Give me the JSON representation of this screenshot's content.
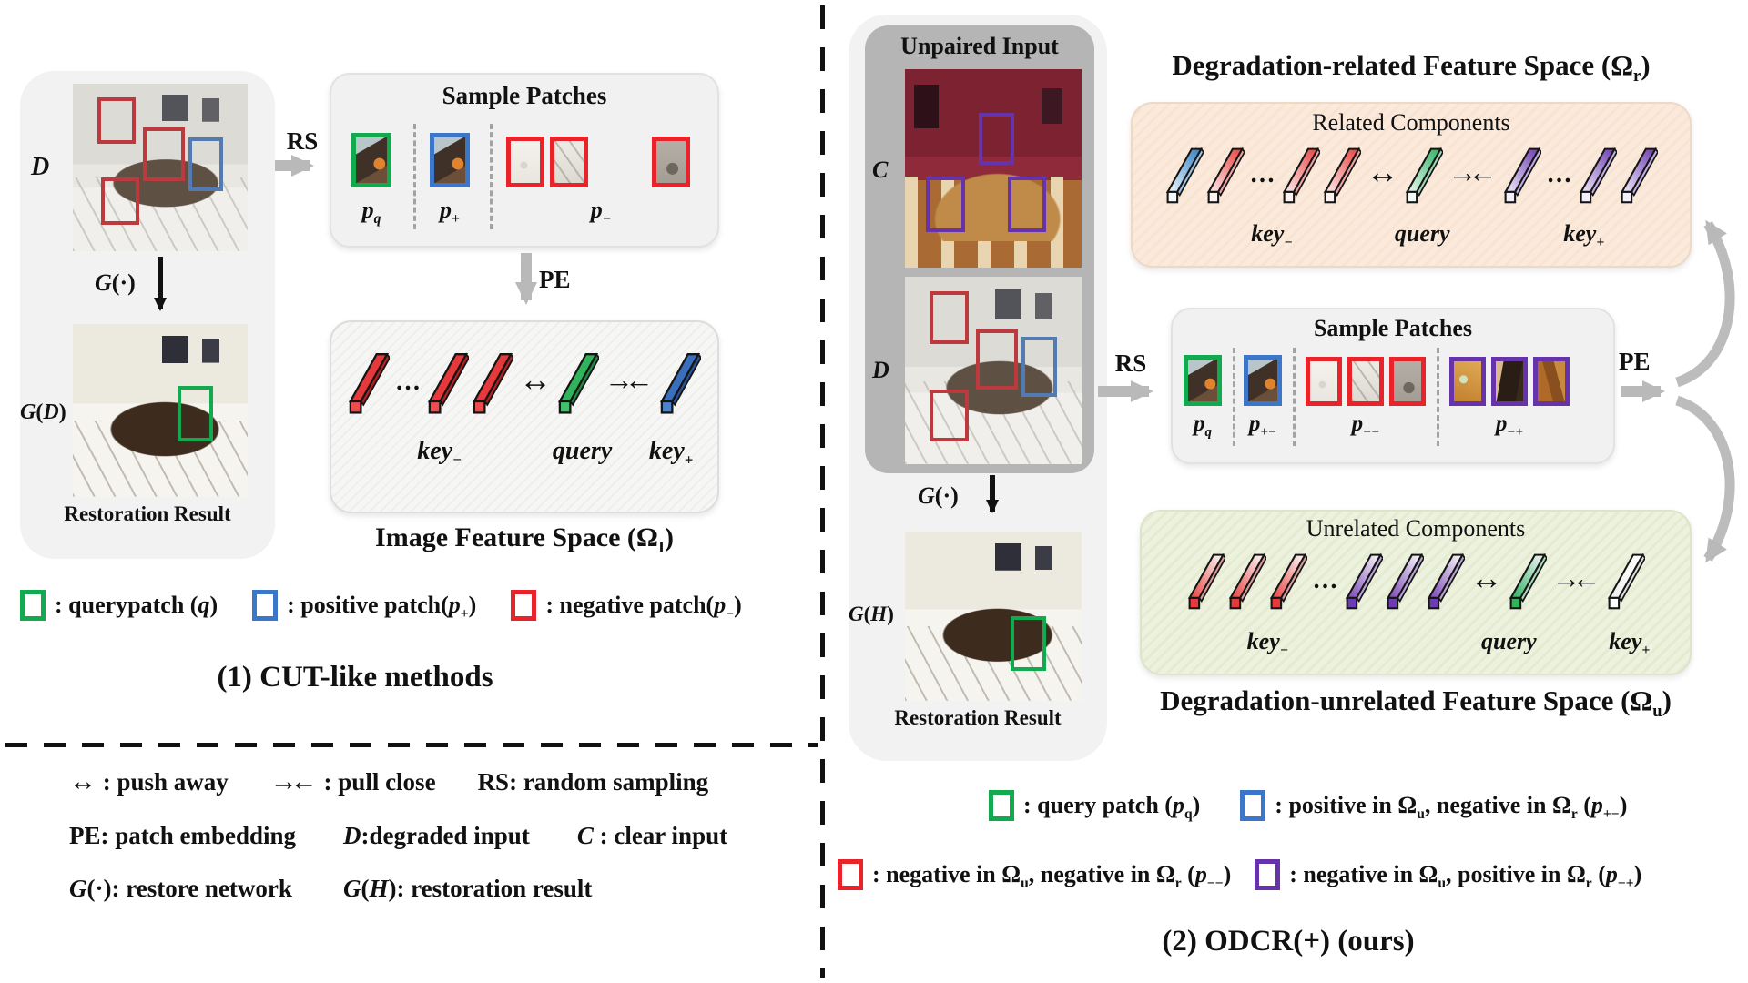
{
  "colors": {
    "query_green": "#13a94f",
    "positive_blue": "#3b76c8",
    "negative_red": "#e8232a",
    "purple": "#6633aa",
    "arrow_gray": "#b9b9b9",
    "panel_gray": "#f2f2f2",
    "input_panel_gray": "#b5b5b5",
    "related_bg": "#fbeadb",
    "unrelated_bg": "#edf2de",
    "ink": "#111111"
  },
  "bar_palette": {
    "red": {
      "top": "#e6393b",
      "bottom": "#e6393b",
      "side": "#b3201f",
      "cap": "#ef4d4d"
    },
    "green": {
      "top": "#2fb45c",
      "bottom": "#2fb45c",
      "side": "#1d8a42",
      "cap": "#43c06c"
    },
    "blue": {
      "top": "#3a6fbe",
      "bottom": "#3a6fbe",
      "side": "#29529b",
      "cap": "#4d82cc"
    },
    "grad_blue": {
      "top": "#2f7fc2",
      "bottom": "#f3f8fd",
      "side": "#9dc2e2",
      "cap": "#f4f9fd"
    },
    "grad_red": {
      "top": "#e8413f",
      "bottom": "#fdeeee",
      "side": "#eea3a2",
      "cap": "#fdf2f2"
    },
    "grad_green": {
      "top": "#2eb262",
      "bottom": "#ecf8f1",
      "side": "#9cd8b3",
      "cap": "#f1faf5"
    },
    "grad_purple": {
      "top": "#6d3cb2",
      "bottom": "#f1eaf9",
      "side": "#c3abe4",
      "cap": "#f5effb"
    },
    "inv_red": {
      "top": "#fafafa",
      "bottom": "#e8413f",
      "side": "#d99a98",
      "cap": "#e6393b"
    },
    "inv_purple": {
      "top": "#fafafa",
      "bottom": "#7b46b6",
      "side": "#b9a3d4",
      "cap": "#6d3cb2"
    },
    "inv_green": {
      "top": "#f5f5f5",
      "bottom": "#2eb262",
      "side": "#a9d9bb",
      "cap": "#2fb45c"
    },
    "white": {
      "top": "#ffffff",
      "bottom": "#efefef",
      "side": "#dcdcdc",
      "cap": "#ffffff"
    }
  },
  "symbols": {
    "dots": "…",
    "push": "↔",
    "pull": "→←"
  },
  "abbr": {
    "rs": "RS",
    "pe": "PE"
  },
  "shared": {
    "sample_patches_title": "Sample Patches",
    "restoration_caption": "Restoration Result",
    "g_fn": [
      [
        "i",
        "G"
      ],
      [
        "t",
        "(·)"
      ]
    ],
    "bar_labels": {
      "neg": [
        [
          "i",
          "key"
        ],
        [
          "s",
          "−"
        ]
      ],
      "query": [
        [
          "i",
          "query"
        ]
      ],
      "pos": [
        [
          "i",
          "key"
        ],
        [
          "s",
          "+"
        ]
      ]
    }
  },
  "left": {
    "d_label": [
      [
        "i",
        "D"
      ]
    ],
    "gd_label": [
      [
        "i",
        "G"
      ],
      [
        "t",
        "("
      ],
      [
        "i",
        "D"
      ],
      [
        "t",
        ")"
      ]
    ],
    "patch_labels": [
      [
        [
          "i",
          "p"
        ],
        [
          "s",
          "q"
        ]
      ],
      [
        [
          "i",
          "p"
        ],
        [
          "s",
          "+"
        ]
      ],
      [
        [
          "i",
          "p"
        ],
        [
          "s",
          "−"
        ]
      ]
    ],
    "feature_bars": [
      "red",
      "dots",
      "red",
      "red",
      "push",
      "green",
      "pull",
      "blue"
    ],
    "feature_caption": [
      [
        "t",
        "Image Feature Space (Ω"
      ],
      [
        "s",
        "I"
      ],
      [
        "t",
        ")"
      ]
    ],
    "legend": [
      {
        "color": "query_green",
        "parts": [
          [
            "t",
            ": querypatch ("
          ],
          [
            "i",
            "q"
          ],
          [
            "t",
            ")"
          ]
        ]
      },
      {
        "color": "positive_blue",
        "parts": [
          [
            "t",
            ": positive patch("
          ],
          [
            "i",
            "p"
          ],
          [
            "s",
            "+"
          ],
          [
            "t",
            ")"
          ]
        ]
      },
      {
        "color": "negative_red",
        "parts": [
          [
            "t",
            ": negative patch("
          ],
          [
            "i",
            "p"
          ],
          [
            "s",
            "−"
          ],
          [
            "t",
            ")"
          ]
        ]
      }
    ],
    "method_title": "(1) CUT-like methods",
    "notation": [
      [
        [
          [
            "a",
            "↔"
          ],
          [
            "t",
            " : push away"
          ]
        ],
        [
          [
            "a",
            "→←"
          ],
          [
            "t",
            " : pull close"
          ]
        ],
        [
          [
            "t",
            "RS: random sampling"
          ]
        ]
      ],
      [
        [
          [
            "t",
            "PE: patch embedding"
          ]
        ],
        [
          [
            "i",
            "D"
          ],
          [
            "t",
            ":degraded input"
          ]
        ],
        [
          [
            "i",
            "C"
          ],
          [
            "t",
            " : clear input"
          ]
        ]
      ],
      [
        [
          [
            "i",
            "G"
          ],
          [
            "t",
            "(·): restore network"
          ]
        ],
        [
          [
            "i",
            "G"
          ],
          [
            "t",
            "("
          ],
          [
            "i",
            "H"
          ],
          [
            "t",
            "): restoration result"
          ]
        ]
      ]
    ]
  },
  "right": {
    "unpaired_title": "Unpaired Input",
    "c_label": [
      [
        "i",
        "C"
      ]
    ],
    "d_label": [
      [
        "i",
        "D"
      ]
    ],
    "gh_label": [
      [
        "i",
        "G"
      ],
      [
        "t",
        "("
      ],
      [
        "i",
        "H"
      ],
      [
        "t",
        ")"
      ]
    ],
    "related_title": [
      [
        "t",
        "Degradation-related Feature Space (Ω"
      ],
      [
        "s",
        "r"
      ],
      [
        "t",
        ")"
      ]
    ],
    "related_comp": "Related Components",
    "related_bars": [
      "grad_blue",
      "grad_red",
      "dots",
      "grad_red",
      "grad_red",
      "push",
      "grad_green",
      "pull",
      "grad_purple",
      "dots",
      "grad_purple",
      "grad_purple"
    ],
    "patch_labels": [
      [
        [
          "i",
          "p"
        ],
        [
          "s",
          "q"
        ]
      ],
      [
        [
          "i",
          "p"
        ],
        [
          "s",
          "+−"
        ]
      ],
      [
        [
          "i",
          "p"
        ],
        [
          "s",
          "−−"
        ]
      ],
      [
        [
          "i",
          "p"
        ],
        [
          "s",
          "−+"
        ]
      ]
    ],
    "unrelated_comp": "Unrelated Components",
    "unrelated_bars": [
      "inv_red",
      "inv_red",
      "inv_red",
      "dots",
      "inv_purple",
      "inv_purple",
      "inv_purple",
      "push",
      "inv_green",
      "pull",
      "white"
    ],
    "unrelated_title": [
      [
        "t",
        "Degradation-unrelated Feature Space (Ω"
      ],
      [
        "s",
        "u"
      ],
      [
        "t",
        ")"
      ]
    ],
    "legend_rows": [
      [
        {
          "color": "query_green",
          "parts": [
            [
              "t",
              ": query patch ("
            ],
            [
              "i",
              "p"
            ],
            [
              "s",
              "q"
            ],
            [
              "t",
              ")"
            ]
          ]
        },
        {
          "color": "positive_blue",
          "parts": [
            [
              "t",
              ": positive in Ω"
            ],
            [
              "s",
              "u"
            ],
            [
              "t",
              ", negative in Ω"
            ],
            [
              "s",
              "r"
            ],
            [
              "t",
              " ("
            ],
            [
              "i",
              "p"
            ],
            [
              "s",
              "+−"
            ],
            [
              "t",
              ")"
            ]
          ]
        }
      ],
      [
        {
          "color": "negative_red",
          "parts": [
            [
              "t",
              ": negative in Ω"
            ],
            [
              "s",
              "u"
            ],
            [
              "t",
              ", negative in Ω"
            ],
            [
              "s",
              "r"
            ],
            [
              "t",
              " ("
            ],
            [
              "i",
              "p"
            ],
            [
              "s",
              "−−"
            ],
            [
              "t",
              ")"
            ]
          ]
        },
        {
          "color": "purple",
          "parts": [
            [
              "t",
              ": negative in Ω"
            ],
            [
              "s",
              "u"
            ],
            [
              "t",
              ", positive in Ω"
            ],
            [
              "s",
              "r"
            ],
            [
              "t",
              " ("
            ],
            [
              "i",
              "p"
            ],
            [
              "s",
              "−+"
            ],
            [
              "t",
              ")"
            ]
          ]
        }
      ]
    ],
    "method_title": "(2) ODCR(+) (ours)"
  }
}
